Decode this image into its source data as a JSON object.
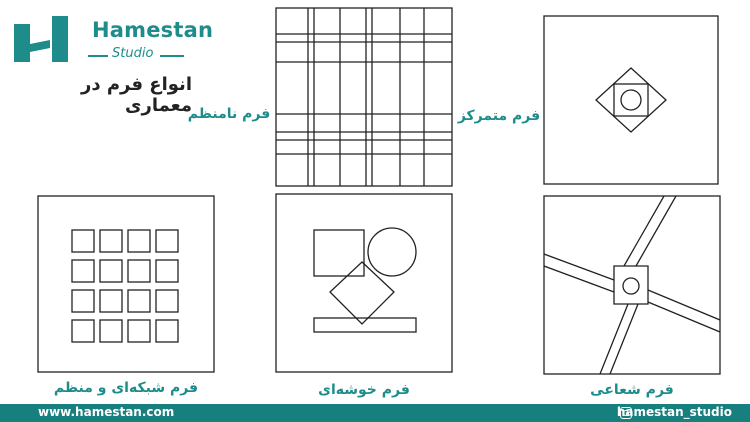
{
  "brand": {
    "name": "Hamestan",
    "sub": "Studio",
    "color": "#1f8c8c"
  },
  "title": "انواع فرم در معماری",
  "forms": {
    "irregular": "فرم نامنظم",
    "centralized": "فرم متمرکز",
    "grid": "فرم شبکه‌ای و منظم",
    "clustered": "فرم خوشه‌ای",
    "radial": "فرم شعاعی"
  },
  "footer": {
    "website": "www.hamestan.com",
    "instagram": "hamestan_studio",
    "color": "#17807f"
  }
}
